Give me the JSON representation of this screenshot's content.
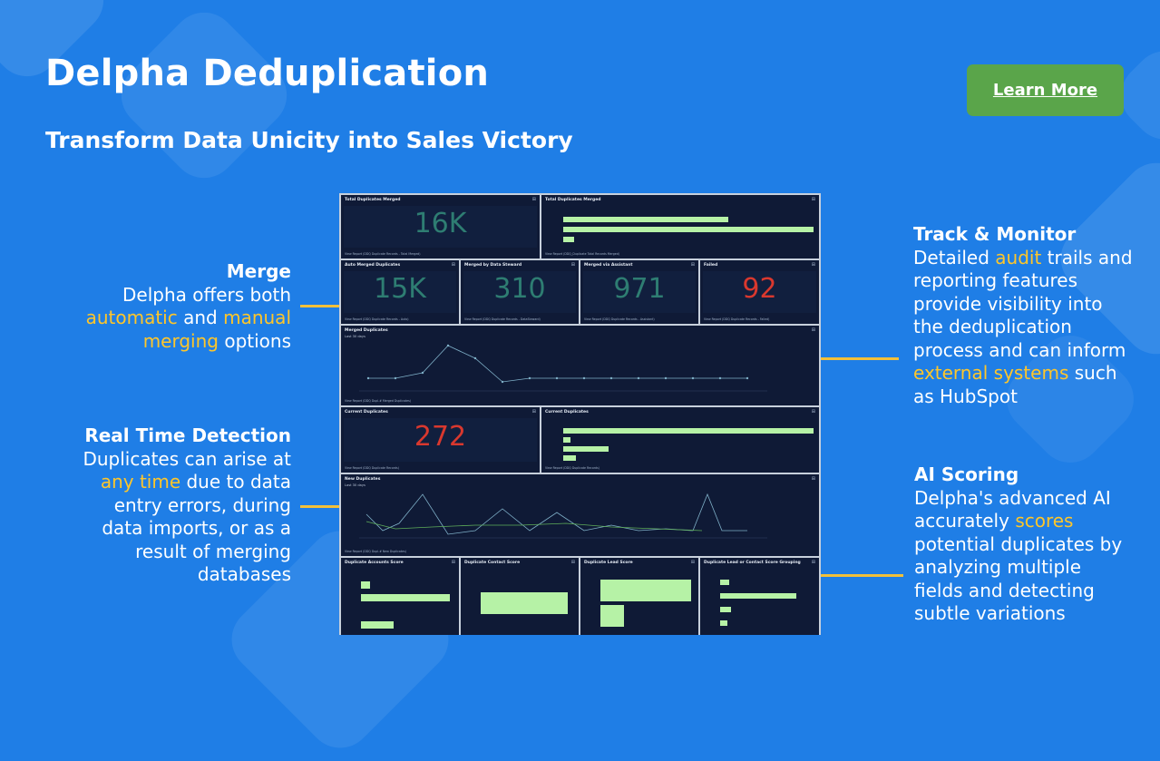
{
  "header": {
    "title": "Delpha Deduplication",
    "subtitle": "Transform Data Unicity into Sales Victory",
    "cta_label": "Learn More"
  },
  "features": {
    "merge": {
      "heading": "Merge",
      "l1": "Delpha offers both",
      "l2a": "automatic",
      "l2b": " and ",
      "l2c": "manual",
      "l3a": "merging",
      "l3b": " options"
    },
    "realtime": {
      "heading": "Real Time Detection",
      "l1": "Duplicates can arise at",
      "l2a": "any time",
      "l2b": " due to data",
      "l3": "entry errors, during",
      "l4": "data imports, or as a",
      "l5": "result of merging",
      "l6": "databases"
    },
    "track": {
      "heading": "Track & Monitor",
      "l1a": "Detailed ",
      "l1b": "audit",
      "l1c": " trails and",
      "l2": "reporting features",
      "l3": "provide visibility into",
      "l4": "the deduplication",
      "l5": "process and can inform",
      "l6a": "external systems",
      "l6b": " such",
      "l7": "as HubSpot"
    },
    "ai": {
      "heading": "AI Scoring",
      "l1": "Delpha's advanced AI",
      "l2a": "accurately ",
      "l2b": "scores",
      "l3": "potential duplicates by",
      "l4": "analyzing multiple",
      "l5": "fields and detecting",
      "l6": "subtle variations"
    }
  },
  "dashboard": {
    "total_merged": {
      "title": "Total Duplicates Merged",
      "value": "16K",
      "footer": "View Report (DDQ Duplicate Records - Total Merged)"
    },
    "total_merged_chart": {
      "title": "Total Duplicates Merged",
      "footer": "View Report (DDQ_Duplicate Total Records Merged)"
    },
    "auto_merged": {
      "title": "Auto Merged Duplicates",
      "value": "15K",
      "footer": "View Report (DDQ Duplicate Records - Auto)"
    },
    "steward": {
      "title": "Merged by Data Steward",
      "value": "310",
      "footer": "View Report (DDQ Duplicate Records - DataSteward)"
    },
    "assistant": {
      "title": "Merged via Assistant",
      "value": "971",
      "footer": "View Report (DDQ Duplicate Records - Assistant)"
    },
    "failed": {
      "title": "Failed",
      "value": "92",
      "footer": "View Report (DDQ Duplicate Records - Failed)"
    },
    "merged_dup": {
      "title": "Merged Duplicates",
      "sub": "Last 30 days",
      "footer": "View Report (DDQ Dupl.# Merged Duplicates)"
    },
    "current": {
      "title": "Current Duplicates",
      "value": "272",
      "footer": "View Report (DDQ Duplicate Records)"
    },
    "current_chart": {
      "title": "Current Duplicates",
      "footer": "View Report (DDQ Duplicate Records)"
    },
    "new_dup": {
      "title": "New Duplicates",
      "sub": "Last 30 days",
      "footer": "View Report (DDQ Dupl.# New Duplicates)"
    },
    "acc_score": {
      "title": "Duplicate Accounts Score"
    },
    "con_score": {
      "title": "Duplicate Contact Score"
    },
    "lead_score": {
      "title": "Duplicate Lead Score"
    },
    "lead_con_score": {
      "title": "Duplicate Lead or Contact Score Grouping"
    }
  },
  "colors": {
    "accent": "#ffc629",
    "background": "#1f7ee6",
    "cta": "#5aa54a",
    "value_teal": "#2e7d72",
    "value_red": "#d9382e",
    "bar_green": "#b6f2a6"
  }
}
